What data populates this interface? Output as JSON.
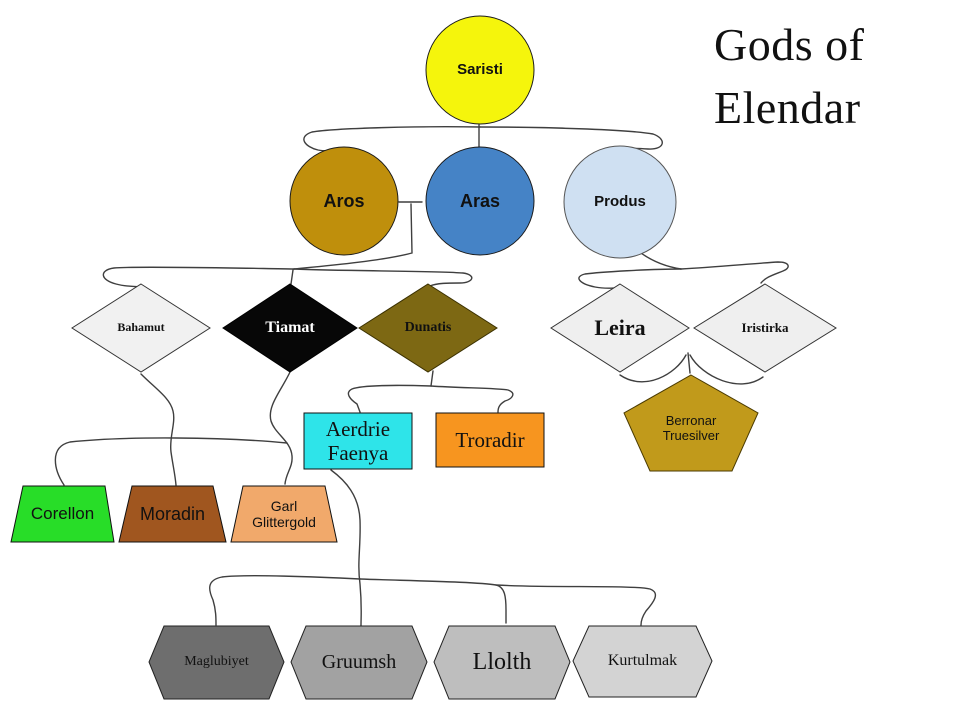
{
  "title": {
    "text": "Gods of\nElendar"
  },
  "connector_color": "#3f3f3f",
  "nodes": {
    "saristi": {
      "label": "Saristi",
      "shape": "circle",
      "color": "#F5F50C"
    },
    "aros": {
      "label": "Aros",
      "shape": "circle",
      "color": "#BF8F0C"
    },
    "aras": {
      "label": "Aras",
      "shape": "circle",
      "color": "#4583C6"
    },
    "produs": {
      "label": "Produs",
      "shape": "circle",
      "color": "#CFE0F2"
    },
    "bahamut": {
      "label": "Bahamut",
      "shape": "diamond",
      "color": "#F1F1F1"
    },
    "tiamat": {
      "label": "Tiamat",
      "shape": "diamond",
      "color": "#070707"
    },
    "dunatis": {
      "label": "Dunatis",
      "shape": "diamond",
      "color": "#7D6813"
    },
    "leira": {
      "label": "Leira",
      "shape": "diamond",
      "color": "#EFEFEF"
    },
    "iristirka": {
      "label": "Iristirka",
      "shape": "diamond",
      "color": "#EFEFEF"
    },
    "aerdrie_faenya": {
      "label": "Aerdrie Faenya",
      "shape": "rectangle",
      "color": "#2EE4E9"
    },
    "troradir": {
      "label": "Troradir",
      "shape": "rectangle",
      "color": "#F7951F"
    },
    "berronar_truesilver": {
      "label": "Berronar Truesilver",
      "shape": "pentagon",
      "color": "#C19A1B"
    },
    "corellon": {
      "label": "Corellon",
      "shape": "trapezoid",
      "color": "#28DD28"
    },
    "moradin": {
      "label": "Moradin",
      "shape": "trapezoid",
      "color": "#A0561F"
    },
    "garl_glittergold": {
      "label": "Garl Glittergold",
      "shape": "trapezoid",
      "color": "#F1A96B"
    },
    "maglubiyet": {
      "label": "Maglubiyet",
      "shape": "hexagon",
      "color": "#6E6E6E"
    },
    "gruumsh": {
      "label": "Gruumsh",
      "shape": "hexagon",
      "color": "#A2A2A2"
    },
    "llolth": {
      "label": "Llolth",
      "shape": "hexagon",
      "color": "#BEBEBE"
    },
    "kurtulmak": {
      "label": "Kurtulmak",
      "shape": "hexagon",
      "color": "#D3D3D3"
    }
  },
  "edges": [
    {
      "from": "Saristi",
      "to": "Aros"
    },
    {
      "from": "Saristi",
      "to": "Aras"
    },
    {
      "from": "Saristi",
      "to": "Produs"
    },
    {
      "from": "Aros + Aras",
      "to": "Bahamut"
    },
    {
      "from": "Aros + Aras",
      "to": "Tiamat"
    },
    {
      "from": "Aros + Aras",
      "to": "Dunatis"
    },
    {
      "from": "Produs",
      "to": "Leira"
    },
    {
      "from": "Produs",
      "to": "Iristirka"
    },
    {
      "from": "Leira + Iristirka",
      "to": "Berronar Truesilver"
    },
    {
      "from": "Dunatis",
      "to": "Aerdrie Faenya"
    },
    {
      "from": "Dunatis",
      "to": "Troradir"
    },
    {
      "from": "Bahamut",
      "to": "Moradin"
    },
    {
      "from": "Tiamat",
      "to": "Corellon"
    },
    {
      "from": "Tiamat",
      "to": "Garl Glittergold"
    },
    {
      "from": "Aerdrie Faenya",
      "to": "Maglubiyet"
    },
    {
      "from": "Aerdrie Faenya",
      "to": "Gruumsh"
    },
    {
      "from": "Aerdrie Faenya",
      "to": "Llolth"
    },
    {
      "from": "Aerdrie Faenya",
      "to": "Kurtulmak"
    }
  ]
}
